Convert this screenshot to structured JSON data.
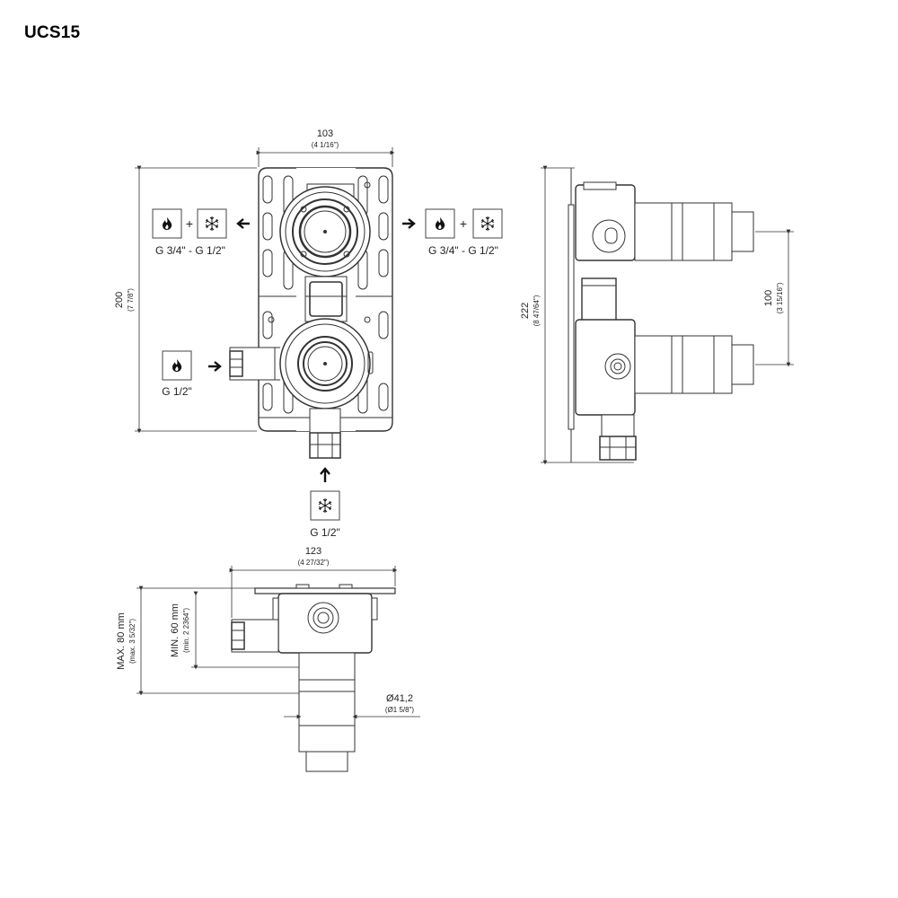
{
  "title": "UCS15",
  "front_view": {
    "width_mm": "103",
    "width_in": "(4 1/16\")",
    "height_mm": "200",
    "height_in": "(7 7/8\")",
    "outlet_left_thread": "G 3/4\" - G 1/2\"",
    "outlet_right_thread": "G 3/4\" - G 1/2\"",
    "hot_inlet_thread": "G 1/2\"",
    "cold_inlet_thread": "G 1/2\"",
    "plus": "+"
  },
  "side_view": {
    "height_mm": "222",
    "height_in": "(8 47/64\")",
    "spacing_mm": "100",
    "spacing_in": "(3 15/16\")"
  },
  "top_view": {
    "width_mm": "123",
    "width_in": "(4 27/32\")",
    "max_depth": "MAX. 80 mm",
    "max_depth_in": "(max. 3 5/32\")",
    "min_depth": "MIN. 60 mm",
    "min_depth_in": "(min. 2 2364\")",
    "diameter": "Ø41,2",
    "diameter_in": "(Ø1 5/8\")"
  },
  "icons": [
    "flame-icon",
    "snowflake-icon",
    "arrow-icon"
  ]
}
